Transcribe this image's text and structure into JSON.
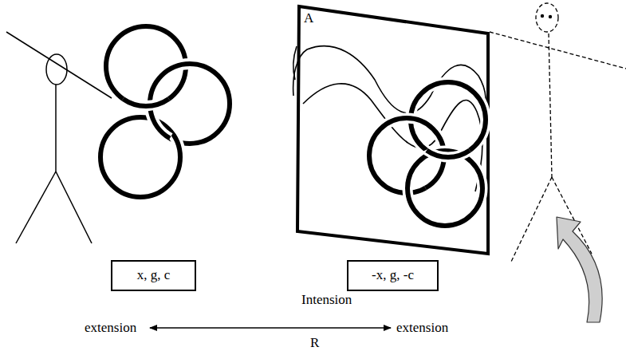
{
  "diagram": {
    "nodes": [
      {
        "text": [
          "x, g, c"
        ]
      },
      {
        "text": [
          "-x, g, -c"
        ]
      }
    ],
    "labels": [
      "A",
      "Intension",
      "extension",
      "extension",
      "R"
    ]
  }
}
